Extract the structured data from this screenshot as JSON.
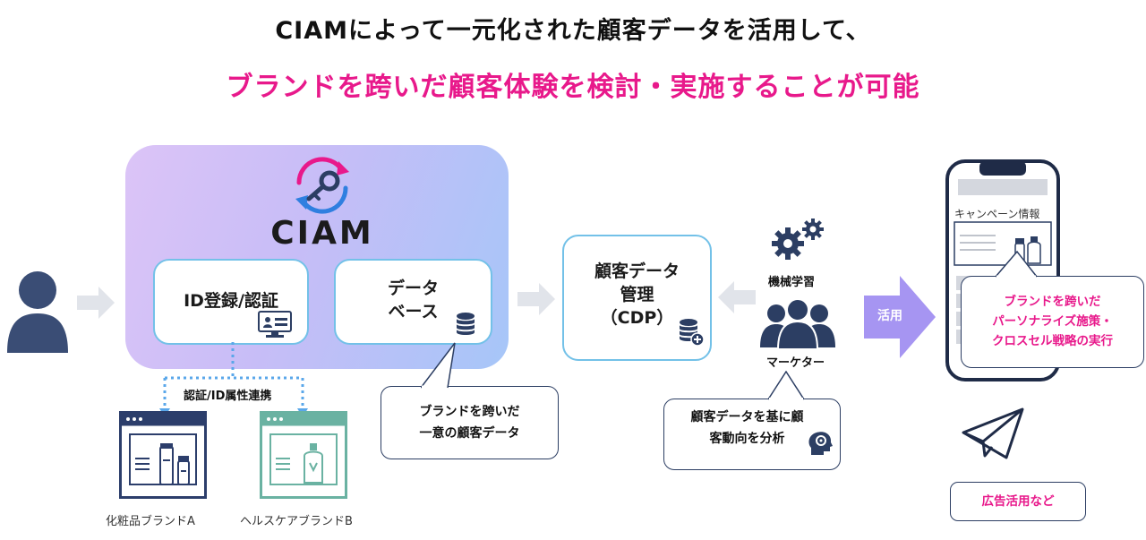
{
  "headline": {
    "line1": "CIAMによって一元化された顧客データを活用して、",
    "line2": "ブランドを跨いだ顧客体験を検討・実施することが可能"
  },
  "ciam": {
    "label": "CIAM",
    "id_box": "ID登録/認証",
    "db_box": [
      "データ",
      "ベース"
    ]
  },
  "sync_label": "認証/ID属性連携",
  "brands": {
    "a": "化粧品ブランドA",
    "b": "ヘルスケアブランドB"
  },
  "db_callout": [
    "ブランドを跨いだ",
    "一意の顧客データ"
  ],
  "cdp": [
    "顧客データ",
    "管理",
    "（CDP）"
  ],
  "machine_learning": "機械学習",
  "marketer": "マーケター",
  "marketer_callout": [
    "顧客データを基に顧",
    "客動向を分析"
  ],
  "use_label": "活用",
  "phone": {
    "campaign": "キャンペーン情報",
    "callout": [
      "ブランドを跨いだ",
      "パーソナライズ施策・",
      "クロスセル戦略の実行"
    ]
  },
  "ads": "広告活用など",
  "colors": {
    "accent_pink": "#e8198b",
    "navy": "#2c3e63",
    "box_border": "#73c1e8",
    "dotted": "#5aa7ea",
    "brand_a": "#2c3e6b",
    "brand_b": "#6ab2a2"
  }
}
